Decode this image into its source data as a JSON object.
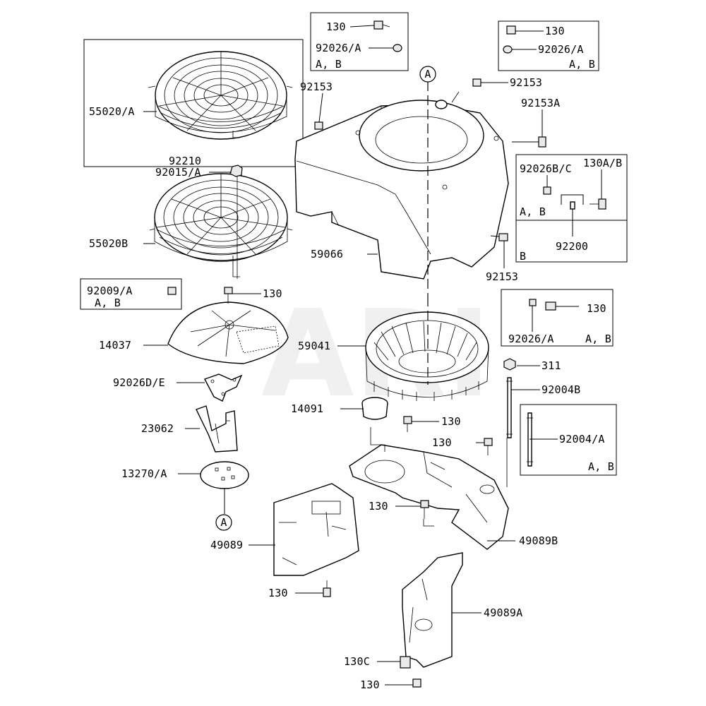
{
  "watermark": "ARI",
  "circle_ref": "A",
  "labels": {
    "p130_top": "130",
    "p92026a_top": "92026/A",
    "ab_top": "A, B",
    "p130_tr": "130",
    "p92026a_tr": "92026/A",
    "ab_tr": "A, B",
    "p92153_a": "92153",
    "p92153_b": "92153",
    "p92153a": "92153A",
    "p55020a": "55020/A",
    "p92210": "92210",
    "p92015a": "92015/A",
    "p92026bc": "92026B/C",
    "p130ab": "130A/B",
    "ab_mid": "A, B",
    "p92200": "92200",
    "b_only": "B",
    "p55020b": "55020B",
    "p59066": "59066",
    "p92153_c": "92153",
    "p92009a": "92009/A",
    "ab_92009": "A, B",
    "p130_14037": "130",
    "p130_box3": "130",
    "p92026a_box3": "92026/A",
    "ab_box3": "A, B",
    "p14037": "14037",
    "p59041": "59041",
    "p311": "311",
    "p92026de": "92026D/E",
    "p92004b": "92004B",
    "p14091": "14091",
    "p130_14091": "130",
    "p23062": "23062",
    "p130_shroud": "130",
    "p92004a": "92004/A",
    "ab_92004": "A, B",
    "p13270a": "13270/A",
    "p130_mid": "130",
    "p49089": "49089",
    "p49089b": "49089B",
    "p130_low": "130",
    "p49089a": "49089A",
    "p130c": "130C",
    "p130_bottom": "130"
  }
}
